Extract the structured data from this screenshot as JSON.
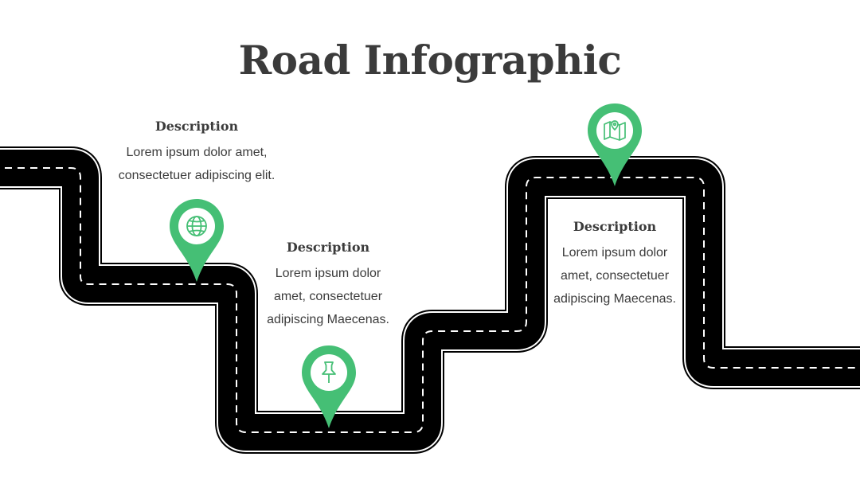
{
  "title": "Road Infographic",
  "accent_color": "#45bf75",
  "road_color": "#000000",
  "steps": [
    {
      "heading": "Description",
      "body": "Lorem ipsum dolor amet,\nconsectetuer adipiscing elit."
    },
    {
      "heading": "Description",
      "body": "Lorem ipsum dolor\namet, consectetuer\nadipiscing Maecenas."
    },
    {
      "heading": "Description",
      "body": "Lorem ipsum dolor\namet, consectetuer\nadipiscing Maecenas."
    }
  ],
  "pins": [
    {
      "icon": "globe-icon"
    },
    {
      "icon": "pushpin-icon"
    },
    {
      "icon": "map-icon"
    }
  ]
}
